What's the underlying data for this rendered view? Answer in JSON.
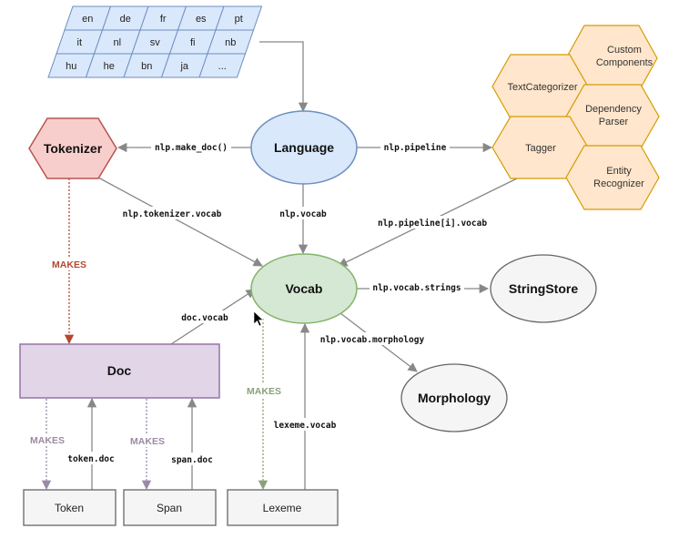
{
  "languages": [
    [
      "en",
      "de",
      "fr",
      "es",
      "pt"
    ],
    [
      "it",
      "nl",
      "sv",
      "fi",
      "nb"
    ],
    [
      "hu",
      "he",
      "bn",
      "ja",
      "..."
    ]
  ],
  "nodes": {
    "language": "Language",
    "tokenizer": "Tokenizer",
    "vocab": "Vocab",
    "stringstore": "StringStore",
    "morphology": "Morphology",
    "doc": "Doc",
    "token": "Token",
    "span": "Span",
    "lexeme": "Lexeme"
  },
  "pipeline": {
    "custom_line1": "Custom",
    "custom_line2": "Components",
    "textcategorizer": "TextCategorizer",
    "dependency_line1": "Dependency",
    "dependency_line2": "Parser",
    "tagger": "Tagger",
    "entity_line1": "Entity",
    "entity_line2": "Recognizer"
  },
  "edges": {
    "make_doc": "nlp.make_doc()",
    "pipeline": "nlp.pipeline",
    "tokenizer_vocab": "nlp.tokenizer.vocab",
    "vocab": "nlp.vocab",
    "pipeline_vocab": "nlp.pipeline[i].vocab",
    "strings": "nlp.vocab.strings",
    "morphology": "nlp.vocab.morphology",
    "doc_vocab": "doc.vocab",
    "token_doc": "token.doc",
    "span_doc": "span.doc",
    "lexeme_vocab": "lexeme.vocab"
  },
  "makes": {
    "tokenizer_doc": "MAKES",
    "doc_token": "MAKES",
    "doc_span": "MAKES",
    "vocab_lexeme": "MAKES"
  },
  "colors": {
    "language_fill": "#dae8fc",
    "language_stroke": "#6c8ebf",
    "tokenizer_fill": "#f8cecc",
    "tokenizer_stroke": "#b85450",
    "vocab_fill": "#d5e8d4",
    "vocab_stroke": "#82b366",
    "doc_fill": "#e1d5e7",
    "doc_stroke": "#9673a6",
    "pipeline_fill": "#ffe6cc",
    "pipeline_stroke": "#d79b00",
    "makes_red": "#b5472f",
    "makes_purple": "#9b8aa6",
    "makes_green": "#8aa27a"
  }
}
